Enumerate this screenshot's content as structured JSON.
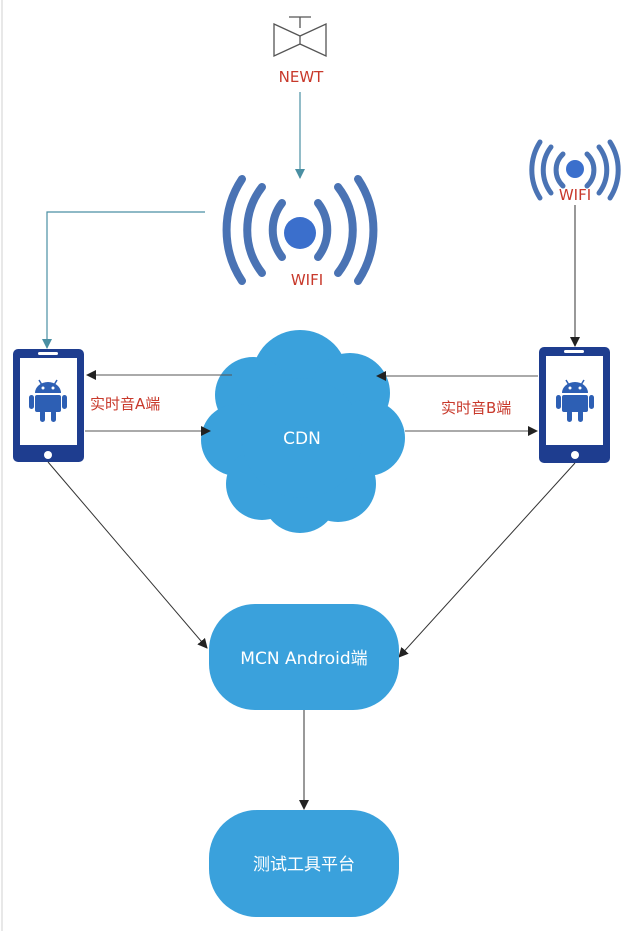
{
  "newt_label": "NEWT",
  "wifi_main_label": "WIFI",
  "wifi_right_label": "WIFI",
  "phone_a_label": "实时音A端",
  "phone_b_label": "实时音B端",
  "cdn_label": "CDN",
  "mcn_label": "MCN Android端",
  "tool_label": "测试工具平台",
  "colors": {
    "phone_body": "#1e3d8f",
    "android": "#2d5fb4",
    "cloud": "#3aa1dc",
    "wifi_arc": "#4a73b4",
    "wifi_dot": "#3b6fcc",
    "label_red": "#c8392b",
    "connector_teal": "#4a8fa3",
    "connector_dark": "#333333"
  }
}
